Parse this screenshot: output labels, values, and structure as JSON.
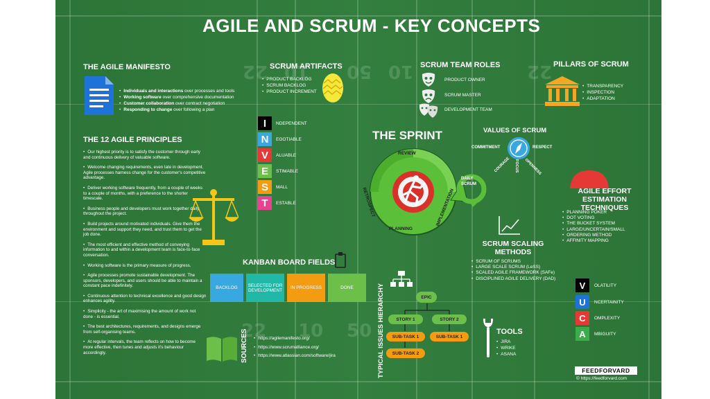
{
  "title": "AGILE AND SCRUM - KEY CONCEPTS",
  "field_numbers": [
    "22",
    "10",
    "50",
    "10",
    "22",
    "22",
    "10",
    "50"
  ],
  "manifesto": {
    "title": "THE AGILE MANIFESTO",
    "items": [
      {
        "bold": "Individuals and interactions",
        "rest": " over processes and tools"
      },
      {
        "bold": "Working software",
        "rest": " over comprehensive documentation"
      },
      {
        "bold": "Customer collaboration",
        "rest": " over contract negotiation"
      },
      {
        "bold": "Responding to change",
        "rest": " over following a plan"
      }
    ]
  },
  "principles": {
    "title": "THE 12 AGILE PRINCIPLES",
    "items": [
      "Our highest priority is to satisfy the customer through early and continuous delivery of valuable software.",
      "Welcome changing requirements, even late in development. Agile processes harness change for the customer's competitive advantage.",
      "Deliver working software frequently, from a couple of weeks to a couple of months, with a preference to the shorter timescale.",
      "Business people and developers must work together daily throughout the project.",
      "Build projects around motivated individuals. Give them the environment and support they need, and trust them to get the job done.",
      "The most efficient and effective method of conveying information to and within a development team is face-to-face conversation.",
      "Working software is the primary measure of progress.",
      "Agile processes promote sustainable development. The sponsors, developers, and users should be able to maintain a constant pace indefinitely.",
      "Continuous attention to technical excellence and good design enhances agility.",
      "Simplicity - the art of maximising the amount of work not done - is essential.",
      "The best architectures, requirements, and designs emerge from self-organising teams.",
      "At regular intervals, the team reflects on how to become more effective, then tunes and adjusts it's behaviour accordingly."
    ]
  },
  "artifacts": {
    "title": "SCRUM ARTIFACTS",
    "items": [
      "PRODUCT BACKLOG",
      "SCRUM BACKLOG",
      "PRODUCT INCREMENT"
    ]
  },
  "invest": [
    {
      "letter": "I",
      "word": "NDEPENDENT",
      "bg": "#000000",
      "fg": "#ffffff"
    },
    {
      "letter": "N",
      "word": "EGOTIABLE",
      "bg": "#3aa8e0",
      "fg": "#ffffff"
    },
    {
      "letter": "V",
      "word": "ALUABLE",
      "bg": "#e53935",
      "fg": "#ffffff"
    },
    {
      "letter": "E",
      "word": "STIMABLE",
      "bg": "#6cc04a",
      "fg": "#ffffff"
    },
    {
      "letter": "S",
      "word": "MALL",
      "bg": "#f39c12",
      "fg": "#ffffff"
    },
    {
      "letter": "T",
      "word": "ESTABLE",
      "bg": "#e84393",
      "fg": "#ffffff"
    }
  ],
  "roles": {
    "title": "SCRUM TEAM ROLES",
    "items": [
      "PRODUCT OWNER",
      "SCRUM MASTER",
      "DEVELOPMENT TEAM"
    ]
  },
  "sprint": {
    "title": "THE SPRINT",
    "labels": [
      "REVIEW",
      "RETROSPECT",
      "PLANNING",
      "IMPLEMENTATION",
      "DAILY",
      "SCRUM"
    ]
  },
  "pillars": {
    "title": "PILLARS OF SCRUM",
    "items": [
      "TRANSPARENCY",
      "INSPECTION",
      "ADAPTATION"
    ]
  },
  "values": {
    "title": "VALUES OF SCRUM",
    "items": [
      "COMMITMENT",
      "RESPECT",
      "COURAGE",
      "FOCUS",
      "OPENNESS"
    ]
  },
  "estimation": {
    "title_line1": "AGILE EFFORT",
    "title_line2": "ESTIMATION TECHNIQUES",
    "items": [
      "PLANNING POKER",
      "DOT VOTING",
      "THE BUCKET SYSTEM",
      "LARGE/UNCERTAIN/SMALL",
      "ORDERING METHOD",
      "AFFINITY MAPPING"
    ]
  },
  "scaling": {
    "title_line1": "SCRUM SCALING",
    "title_line2": "METHODS",
    "items": [
      "SCRUM OF SCRUMS",
      "LARGE SCALE SCRUM (LeSS)",
      "SCALED AGILE FRAMEWORK (SAFe)",
      "DISCIPLINED AGILE DELIVERY (DAD)"
    ]
  },
  "kanban": {
    "title": "KANBAN BOARD FIELDS",
    "fields": [
      {
        "label": "BACKLOG",
        "bg": "#3aa8e0"
      },
      {
        "label": "SELECTED FOR DEVELOPMENT",
        "bg": "#22b8a8"
      },
      {
        "label": "IN PROGRESS",
        "bg": "#f39c12"
      },
      {
        "label": "DONE",
        "bg": "#6cc04a"
      }
    ]
  },
  "hierarchy": {
    "title": "TYPICAL ISSUES HIERARCHY",
    "epic": "EPIC",
    "story1": "STORY 1",
    "story2": "STORY 2",
    "subtask1": "SUB-TASK 1",
    "subtask2": "SUB-TASK 2",
    "subtask3": "SUB-TASK 1"
  },
  "tools": {
    "title": "TOOLS",
    "items": [
      "JIRA",
      "WRIKE",
      "ASANA"
    ]
  },
  "vuca": [
    {
      "letter": "V",
      "word": "OLATILITY",
      "bg": "#000000"
    },
    {
      "letter": "U",
      "word": "NCERTAINITY",
      "bg": "#1e73d8"
    },
    {
      "letter": "C",
      "word": "OMPLEXITY",
      "bg": "#e53935"
    },
    {
      "letter": "A",
      "word": "MBIGUITY",
      "bg": "#3cae49"
    }
  ],
  "sources": {
    "title": "SOURCES",
    "items": [
      "https://agilemanifesto.org/",
      "https://www.scrumalliance.org/",
      "https://www.atlassian.com/software/jira"
    ]
  },
  "brand": {
    "logo": "FEEDFORVARD",
    "copyright": "© https://feedforvard.com"
  },
  "colors": {
    "field": "#2f7a3a",
    "accent_yellow": "#f5c518",
    "accent_red": "#e53935",
    "accent_blue": "#1e73d8"
  }
}
